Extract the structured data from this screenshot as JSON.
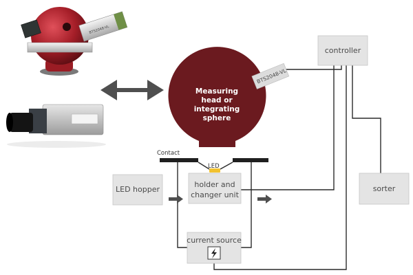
{
  "sphere": {
    "lines": [
      "Measuring",
      "head or",
      "integrating",
      "sphere"
    ],
    "color": "#6b1a1f"
  },
  "spectrometer_tag": "BTS2048-VL",
  "controller_label": "controller",
  "sorter_label": "sorter",
  "led_hopper_label": "LED hopper",
  "holder_label": [
    "holder and",
    "changer unit"
  ],
  "current_source_label": "current source",
  "contact_label": "Contact",
  "led_label": "LED",
  "device_tag": "BTS2048-VL",
  "colors": {
    "box_fill": "#e4e4e4",
    "box_stroke": "#c6c6c6",
    "line": "#2a2a2a",
    "arrow": "#4f4f4f",
    "led": "#f2c230"
  }
}
